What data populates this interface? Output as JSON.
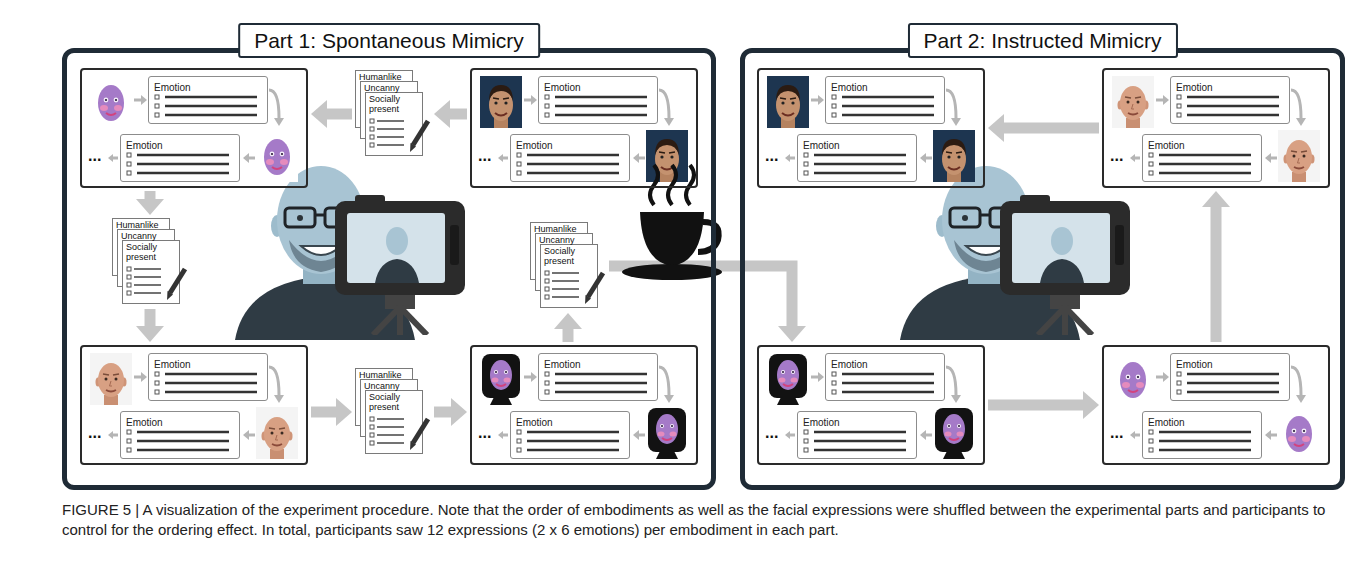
{
  "diagram": {
    "caption": "FIGURE 5 | A visualization of the experiment procedure. Note that the order of embodiments as well as the facial expressions were shuffled between the experimental parts and participants to control for the ordering effect. In total, participants saw 12 expressions (2 x 6 emotions) per embodiment in each part.",
    "nodes": [
      {
        "text": [
          "Part 1: Spontaneous Mimicry"
        ]
      },
      {
        "text": [
          "..."
        ],
        "in": 0
      },
      {
        "text": [
          "Emotion"
        ],
        "in": 1
      },
      {
        "text": [
          "Emotion"
        ],
        "in": 1
      },
      {
        "text": [
          "Humanlike",
          "Uncanny",
          "Socially present"
        ],
        "in": 0
      },
      {
        "text": [
          "..."
        ],
        "in": 0
      },
      {
        "text": [
          "Emotion"
        ],
        "in": 5
      },
      {
        "text": [
          "Emotion"
        ],
        "in": 5
      },
      {
        "text": [
          "Humanlike",
          "Uncanny",
          "Socially present"
        ],
        "in": 0
      },
      {
        "text": [
          "Humanlike",
          "Uncanny",
          "Socially present"
        ],
        "in": 0
      },
      {
        "text": [
          "..."
        ],
        "in": 0
      },
      {
        "text": [
          "Emotion"
        ],
        "in": 10
      },
      {
        "text": [
          "Emotion"
        ],
        "in": 10
      },
      {
        "text": [
          "Humanlike",
          "Uncanny",
          "Socially present"
        ],
        "in": 0
      },
      {
        "text": [
          "..."
        ],
        "in": 0
      },
      {
        "text": [
          "Emotion"
        ],
        "in": 14
      },
      {
        "text": [
          "Emotion"
        ],
        "in": 14
      },
      {
        "text": [
          "Part 2: Instructed Mimicry"
        ]
      },
      {
        "text": [
          "..."
        ],
        "in": 17
      },
      {
        "text": [
          "Emotion"
        ],
        "in": 18
      },
      {
        "text": [
          "Emotion"
        ],
        "in": 18
      },
      {
        "text": [
          "..."
        ],
        "in": 17
      },
      {
        "text": [
          "Emotion"
        ],
        "in": 21
      },
      {
        "text": [
          "Emotion"
        ],
        "in": 21
      },
      {
        "text": [
          "..."
        ],
        "in": 17
      },
      {
        "text": [
          "Emotion"
        ],
        "in": 24
      },
      {
        "text": [
          "Emotion"
        ],
        "in": 24
      },
      {
        "text": [
          "..."
        ],
        "in": 17
      },
      {
        "text": [
          "Emotion"
        ],
        "in": 27
      },
      {
        "text": [
          "Emotion"
        ],
        "in": 27
      }
    ],
    "edges": [
      {
        "from": 5,
        "to": 4,
        "arrow": "to"
      },
      {
        "from": 4,
        "to": 1,
        "arrow": "to"
      },
      {
        "from": 1,
        "to": 8,
        "arrow": "to"
      },
      {
        "from": 8,
        "to": 10,
        "arrow": "to"
      },
      {
        "from": 10,
        "to": 13,
        "arrow": "to"
      },
      {
        "from": 13,
        "to": 14,
        "arrow": "to"
      },
      {
        "from": 14,
        "to": 9,
        "arrow": "to"
      },
      {
        "from": 9,
        "to": 24,
        "arrow": "to"
      },
      {
        "from": 24,
        "to": 27,
        "arrow": "to"
      },
      {
        "from": 27,
        "to": 21,
        "arrow": "to"
      },
      {
        "from": 21,
        "to": 18,
        "arrow": "to"
      }
    ]
  }
}
